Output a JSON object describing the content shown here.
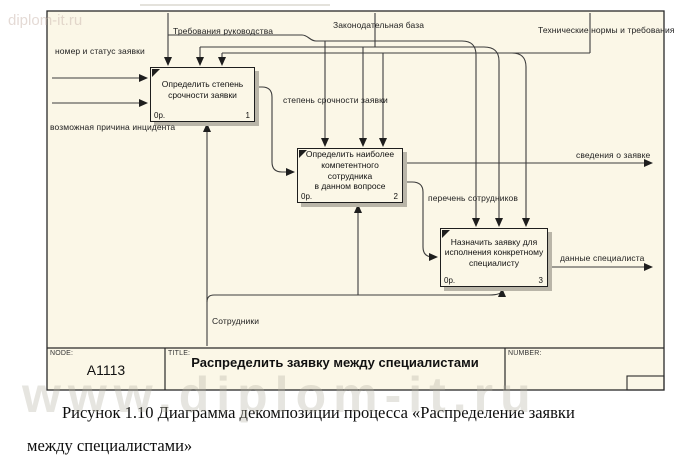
{
  "watermark": {
    "top_left": "diplom-it.ru",
    "bottom": "www.diplom-it.ru"
  },
  "diagram": {
    "boxes": [
      {
        "lines": [
          "Определить степень",
          "срочности заявки"
        ],
        "cost": "0р.",
        "number": "1"
      },
      {
        "lines": [
          "Определить наиболее",
          "компетентного сотрудника",
          "в данном вопросе"
        ],
        "cost": "0р.",
        "number": "2"
      },
      {
        "lines": [
          "Назначить заявку для",
          "исполнения конкретному",
          "специалисту"
        ],
        "cost": "0р.",
        "number": "3"
      }
    ],
    "labels": {
      "trebovaniya": "Требования руководства",
      "zakonodatelnaya": "Законодательная база",
      "tehnicheskie": "Технические нормы и требования",
      "nomer_status": "номер и статус заявки",
      "prichina": "возможная причина инцидента",
      "stepen": "степень срочности заявки",
      "svedeniya": "сведения о заявке",
      "perechen": "перечень сотрудников",
      "dannye": "данные специалиста",
      "sotrudniki": "Сотрудники"
    },
    "title_block": {
      "node_label": "NODE:",
      "node_value": "A1113",
      "title_label": "TITLE:",
      "title_value": "Распределить заявку между специалистами",
      "number_label": "NUMBER:"
    }
  },
  "caption": {
    "line1": "Рисунок 1.10 Диаграмма декомпозиции процесса «Распределение заявки",
    "line2": "между специалистами»"
  }
}
